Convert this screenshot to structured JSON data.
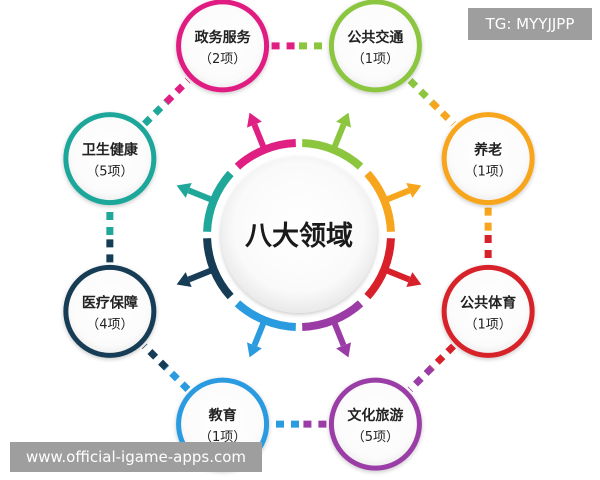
{
  "center": {
    "label": "八大领域"
  },
  "nodes": [
    {
      "id": "gov",
      "name": "政务服务",
      "count": "（2项）",
      "color": "#e01f82"
    },
    {
      "id": "trans",
      "name": "公共交通",
      "count": "（1项）",
      "color": "#8cc63f"
    },
    {
      "id": "elder",
      "name": "养老",
      "count": "（1项）",
      "color": "#f7a51c"
    },
    {
      "id": "sport",
      "name": "公共体育",
      "count": "（1项）",
      "color": "#d7202a"
    },
    {
      "id": "cult",
      "name": "文化旅游",
      "count": "（5项）",
      "color": "#9b3ca6"
    },
    {
      "id": "edu",
      "name": "教育",
      "count": "（1项）",
      "color": "#2b9be0"
    },
    {
      "id": "med",
      "name": "医疗保障",
      "count": "（4项）",
      "color": "#173c55"
    },
    {
      "id": "health",
      "name": "卫生健康",
      "count": "（5项）",
      "color": "#1fa79a"
    }
  ],
  "watermark_tag": "TG: MYYJJPP",
  "watermark_url": "www.official-igame-apps.com"
}
